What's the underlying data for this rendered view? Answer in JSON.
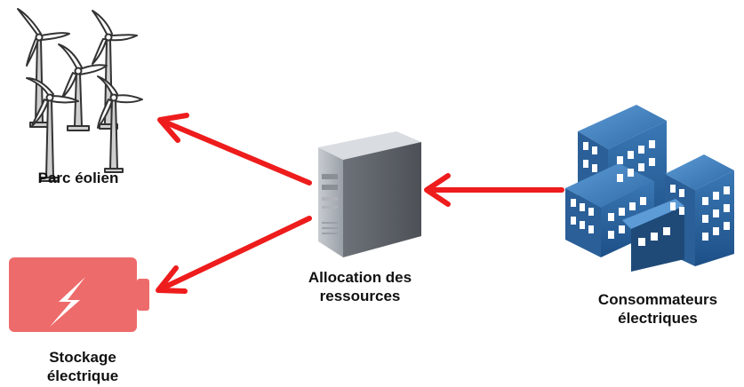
{
  "nodes": {
    "wind_farm": {
      "label": "Parc éolien",
      "icon": "wind-turbines-icon"
    },
    "storage": {
      "label_line1": "Stockage",
      "label_line2": "électrique",
      "icon": "battery-bolt-icon"
    },
    "allocation": {
      "label_line1": "Allocation des",
      "label_line2": "ressources",
      "icon": "server-icon"
    },
    "consumers": {
      "label_line1": "Consommateurs",
      "label_line2": "électriques",
      "icon": "buildings-icon"
    }
  },
  "edges": [
    {
      "from": "consumers",
      "to": "allocation"
    },
    {
      "from": "allocation",
      "to": "wind_farm"
    },
    {
      "from": "allocation",
      "to": "storage"
    }
  ],
  "colors": {
    "arrow": "#ee1c1c",
    "battery": "#ee6b6b",
    "building_dark": "#1f4a78",
    "building_mid": "#2e6aa6",
    "building_window": "#ffffff",
    "turbine": "#333333",
    "server_body": "#8a8f96"
  }
}
